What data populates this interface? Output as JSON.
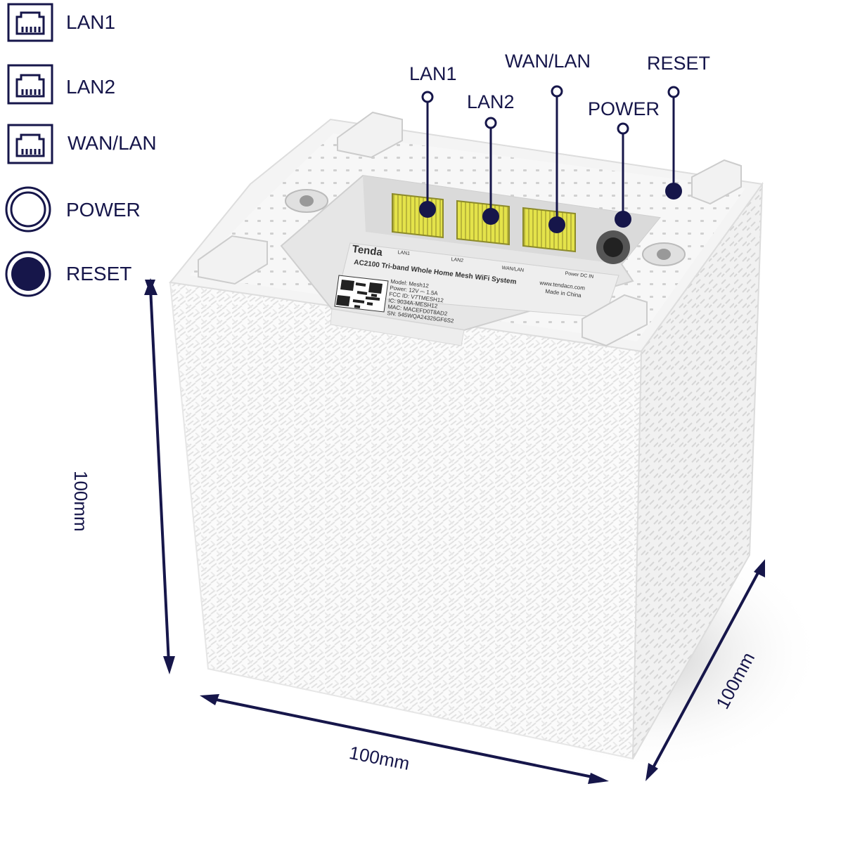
{
  "legend": {
    "items": [
      {
        "icon": "ethernet-port-icon",
        "label": "LAN1"
      },
      {
        "icon": "ethernet-port-icon",
        "label": "LAN2"
      },
      {
        "icon": "ethernet-port-icon",
        "label": "WAN/LAN"
      },
      {
        "icon": "power-ring-icon",
        "label": "POWER"
      },
      {
        "icon": "reset-dot-icon",
        "label": "RESET"
      }
    ]
  },
  "callouts": {
    "lan1": "LAN1",
    "lan2": "LAN2",
    "wanlan": "WAN/LAN",
    "power": "POWER",
    "reset": "RESET"
  },
  "dimensions": {
    "height": "100mm",
    "width": "100mm",
    "depth": "100mm"
  },
  "device_label": {
    "brand": "Tenda",
    "product": "AC2100 Tri-band Whole Home Mesh WiFi System",
    "model": "Model: Mesh12",
    "power": "Power: 12V ⎓ 1.5A",
    "fcc": "FCC ID: V7TMESH12",
    "ic": "IC: 9034A-MESH12",
    "mac": "MAC: MACEFD0T8AD2",
    "sn": "SN: 545WQA24325GF6S2",
    "web": "www.tendacn.com",
    "made_in": "Made in China",
    "port_lan1": "LAN1",
    "port_lan2": "LAN2",
    "port_wanlan": "WAN/LAN",
    "port_power": "Power DC IN"
  },
  "colors": {
    "navy": "#16164a",
    "port_yellow": "#e4e34a"
  }
}
